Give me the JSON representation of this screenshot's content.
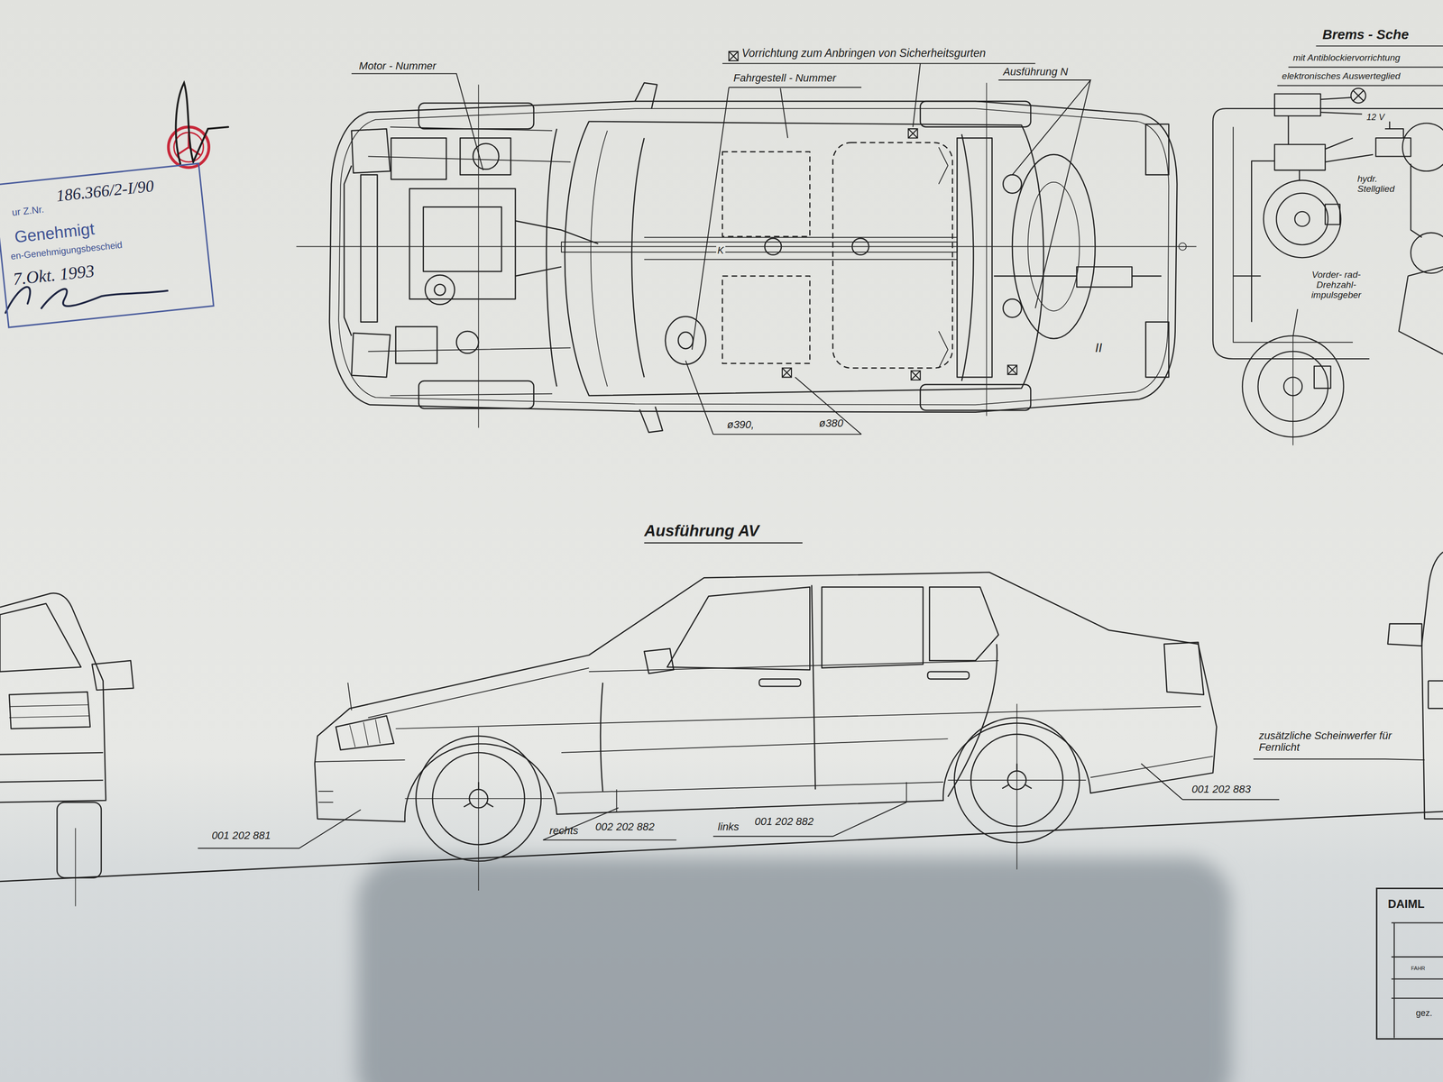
{
  "diagram": {
    "nodes": [
      {
        "text": [
          "ur Z.Nr.",
          "186.366/2-I/90",
          "Genehmigt",
          "en-Genehmigungsbescheid",
          "7.Okt. 1993"
        ]
      },
      {
        "text": [
          "DAIML",
          "FAHR",
          "gez."
        ]
      }
    ],
    "labels": [
      "Motor - Nummer",
      "Vorrichtung zum Anbringen von Sicherheitsgurten",
      "Fahrgestell - Nummer",
      "Ausführung N",
      "K",
      "II",
      "ø390,",
      "ø380",
      "Brems - Sche",
      "mit Antiblockiervorrichtung",
      "elektronisches Auswerteglied",
      "12 V",
      "hydr. Stellglied",
      "Vorder- rad-Drehzahl- impulsgeber",
      "Ausführung AV",
      "001 202 881",
      "rechts",
      "002 202 882",
      "links",
      "001 202 882",
      "001 202 883",
      "zusätzliche Scheinwerfer für Fernlicht"
    ]
  }
}
